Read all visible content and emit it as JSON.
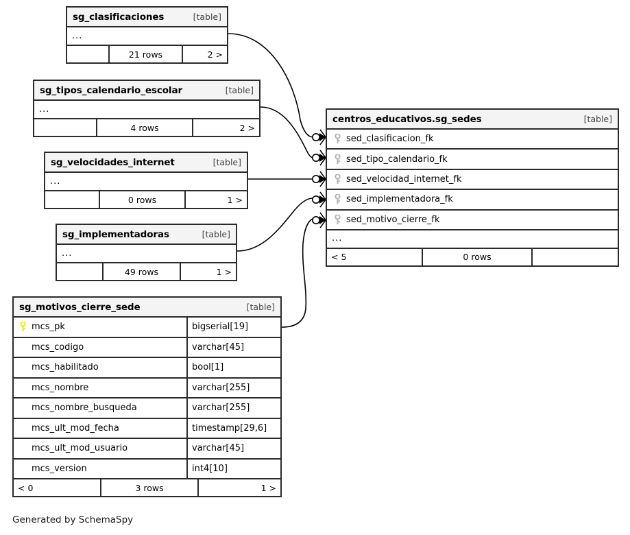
{
  "diagram": {
    "tool_credit": "Generated by SchemaSpy",
    "table_tag": "[table]",
    "ellipsis": "...",
    "colors": {
      "pk_key": "#e8e81c",
      "fk_key": "#b5b5b5",
      "header_bg": "#f4f4f4",
      "border": "#2b2b2b",
      "line": "#000000"
    }
  },
  "tables": {
    "clasificaciones": {
      "name": "sg_clasificaciones",
      "tag": "[table]",
      "ellipsis": "...",
      "footer": {
        "left": "",
        "rows": "21 rows",
        "right": "2 >"
      }
    },
    "tipos_calendario": {
      "name": "sg_tipos_calendario_escolar",
      "tag": "[table]",
      "ellipsis": "...",
      "footer": {
        "left": "",
        "rows": "4 rows",
        "right": "2 >"
      }
    },
    "velocidades": {
      "name": "sg_velocidades_internet",
      "tag": "[table]",
      "ellipsis": "...",
      "footer": {
        "left": "",
        "rows": "0 rows",
        "right": "1 >"
      }
    },
    "implementadoras": {
      "name": "sg_implementadoras",
      "tag": "[table]",
      "ellipsis": "...",
      "footer": {
        "left": "",
        "rows": "49 rows",
        "right": "1 >"
      }
    },
    "sedes": {
      "name": "centros_educativos.sg_sedes",
      "tag": "[table]",
      "ellipsis": "...",
      "columns": [
        {
          "name": "sed_clasificacion_fk",
          "key": "fk"
        },
        {
          "name": "sed_tipo_calendario_fk",
          "key": "fk"
        },
        {
          "name": "sed_velocidad_internet_fk",
          "key": "fk"
        },
        {
          "name": "sed_implementadora_fk",
          "key": "fk"
        },
        {
          "name": "sed_motivo_cierre_fk",
          "key": "fk"
        }
      ],
      "footer": {
        "left": "< 5",
        "rows": "0 rows",
        "right": ""
      }
    },
    "motivos_cierre_sede": {
      "name": "sg_motivos_cierre_sede",
      "tag": "[table]",
      "columns": [
        {
          "name": "mcs_pk",
          "type": "bigserial[19]",
          "key": "pk"
        },
        {
          "name": "mcs_codigo",
          "type": "varchar[45]",
          "key": "none"
        },
        {
          "name": "mcs_habilitado",
          "type": "bool[1]",
          "key": "none"
        },
        {
          "name": "mcs_nombre",
          "type": "varchar[255]",
          "key": "none"
        },
        {
          "name": "mcs_nombre_busqueda",
          "type": "varchar[255]",
          "key": "none"
        },
        {
          "name": "mcs_ult_mod_fecha",
          "type": "timestamp[29,6]",
          "key": "none"
        },
        {
          "name": "mcs_ult_mod_usuario",
          "type": "varchar[45]",
          "key": "none"
        },
        {
          "name": "mcs_version",
          "type": "int4[10]",
          "key": "none"
        }
      ],
      "footer": {
        "left": "< 0",
        "rows": "3 rows",
        "right": "1 >"
      }
    }
  },
  "relationships": [
    {
      "from": "sg_clasificaciones",
      "to": "sed_clasificacion_fk",
      "cardinality": "zero-or-many"
    },
    {
      "from": "sg_tipos_calendario_escolar",
      "to": "sed_tipo_calendario_fk",
      "cardinality": "zero-or-many"
    },
    {
      "from": "sg_velocidades_internet",
      "to": "sed_velocidad_internet_fk",
      "cardinality": "zero-or-many"
    },
    {
      "from": "sg_implementadoras",
      "to": "sed_implementadora_fk",
      "cardinality": "zero-or-many"
    },
    {
      "from": "sg_motivos_cierre_sede",
      "to": "sed_motivo_cierre_fk",
      "cardinality": "zero-or-many"
    }
  ]
}
